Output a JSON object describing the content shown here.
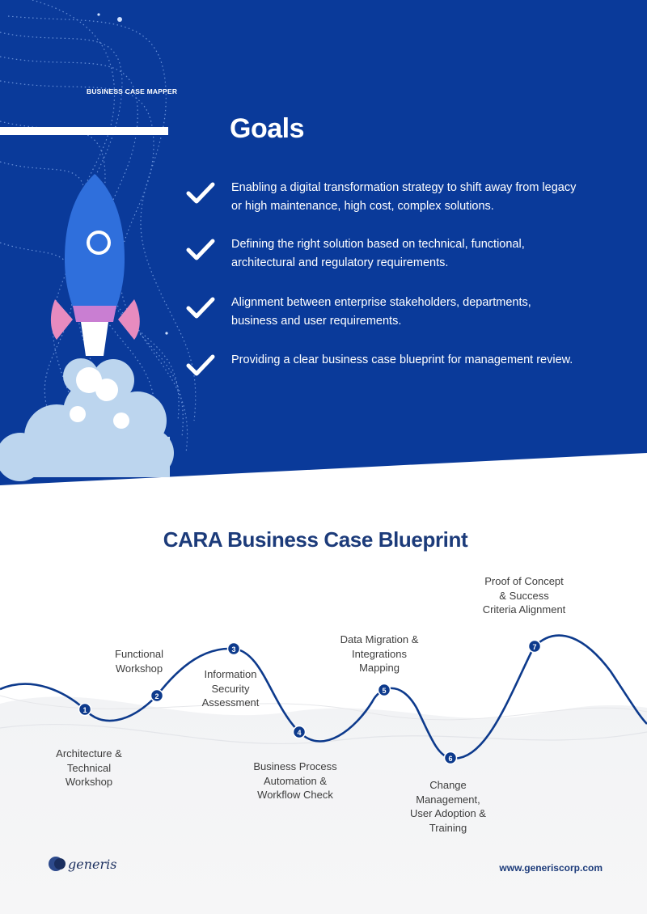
{
  "header": {
    "kicker": "BUSINESS CASE MAPPER",
    "title": "Goals"
  },
  "goals": [
    {
      "text": "Enabling a digital transformation strategy to shift away from legacy or high maintenance, high cost, complex solutions."
    },
    {
      "text": "Defining the right solution based on technical, functional, architectural and regulatory requirements."
    },
    {
      "text": "Alignment between enterprise stakeholders, departments, business and user requirements."
    },
    {
      "text": "Providing a clear business case blueprint for management review."
    }
  ],
  "blueprint": {
    "title": "CARA Business Case Blueprint",
    "steps": [
      {
        "number": "1",
        "label": "Architecture & Technical Workshop"
      },
      {
        "number": "2",
        "label": "Functional Workshop"
      },
      {
        "number": "3",
        "label": "Information Security Assessment"
      },
      {
        "number": "4",
        "label": "Business Process Automation & Workflow Check"
      },
      {
        "number": "5",
        "label": "Data Migration & Integrations Mapping"
      },
      {
        "number": "6",
        "label": "Change Management, User Adoption & Training"
      },
      {
        "number": "7",
        "label": "Proof of Concept & Success Criteria Alignment"
      }
    ]
  },
  "footer": {
    "brand": "generis",
    "website": "www.generiscorp.com"
  },
  "colors": {
    "navy": "#0a3a9a",
    "dark_navy": "#1c3b7a",
    "cloud": "#bcd5ee",
    "rocket_blue": "#2f6fdc",
    "rocket_pink": "#e78bbf"
  }
}
